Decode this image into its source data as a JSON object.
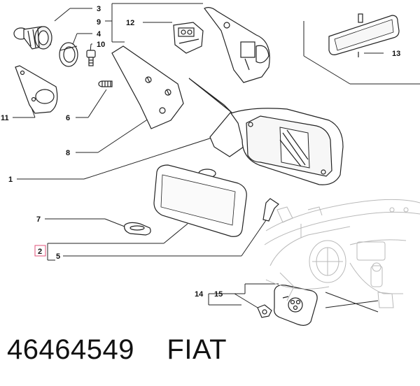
{
  "callouts": {
    "c1": "1",
    "c2": "2",
    "c3": "3",
    "c4": "4",
    "c5": "5",
    "c6": "6",
    "c7": "7",
    "c8": "8",
    "c9": "9",
    "c10": "10",
    "c11": "11",
    "c12": "12",
    "c13": "13",
    "c14": "14",
    "c15": "15"
  },
  "footer": {
    "part_number": "46464549",
    "brand": "FIAT"
  },
  "colors": {
    "line": "#222222",
    "highlight": "#e0507a",
    "faint": "#b9b9b9"
  }
}
